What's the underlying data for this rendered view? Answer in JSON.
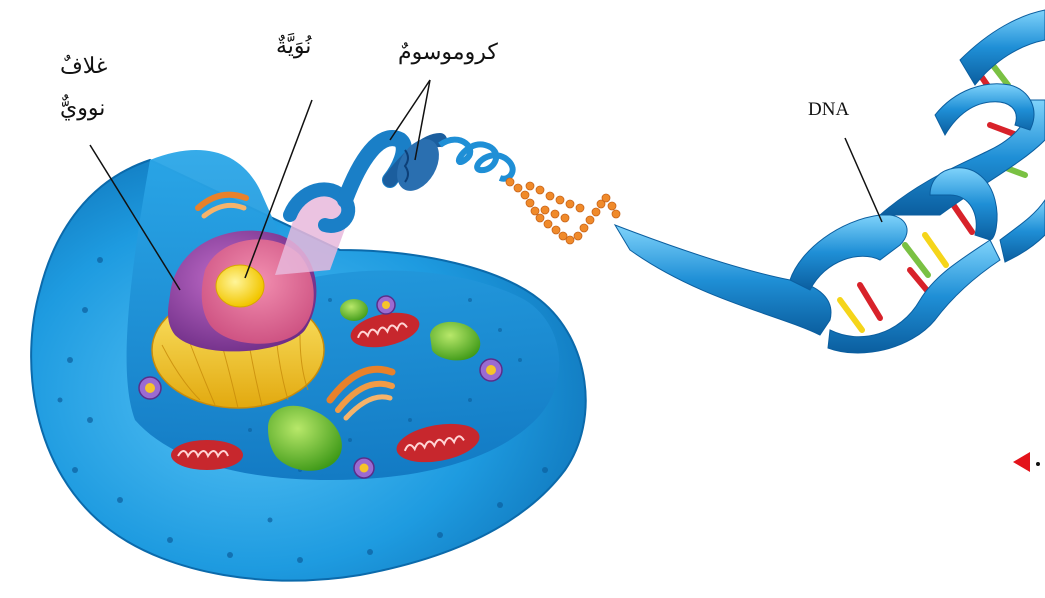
{
  "labels": {
    "nuclear_envelope_line1": "غلافٌ",
    "nuclear_envelope_line2": "نوويٌّ",
    "nucleolus": "نُوَيَّةٌ",
    "chromosome": "كروموسومٌ",
    "dna": "DNA"
  },
  "colors": {
    "cell_blue": "#1e9be0",
    "nucleus_purple": "#8b3a9e",
    "nucleolus_yellow": "#f7d81a",
    "envelope_yellow": "#f3cf2c",
    "mitochondria_red": "#c7272d",
    "vacuole_green": "#6cbf26",
    "dna_blue": "#1f8fd6",
    "chromatin_orange": "#f08a2a",
    "marker_red": "#e3131b"
  }
}
